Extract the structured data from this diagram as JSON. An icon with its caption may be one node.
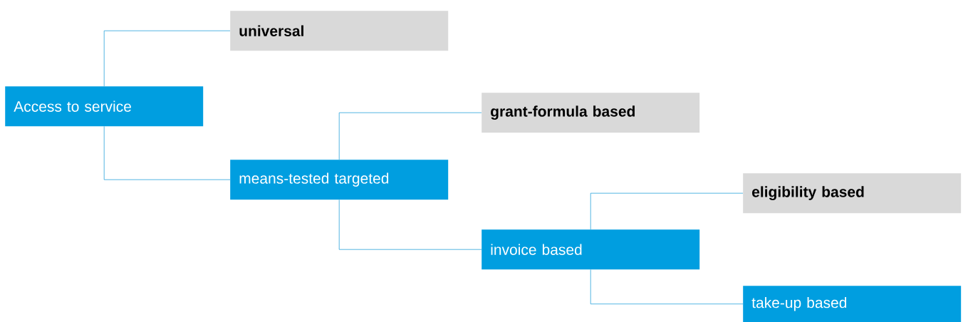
{
  "diagram": {
    "nodes": [
      {
        "text": [
          "Access to service"
        ]
      },
      {
        "text": [
          "universal"
        ]
      },
      {
        "text": [
          "means-tested targeted"
        ]
      },
      {
        "text": [
          "grant-formula based"
        ]
      },
      {
        "text": [
          "invoice based"
        ]
      },
      {
        "text": [
          "eligibility based"
        ]
      },
      {
        "text": [
          "take-up based"
        ]
      }
    ],
    "edges": [
      {
        "from": 0,
        "to": 1,
        "arrow": "none"
      },
      {
        "from": 0,
        "to": 2,
        "arrow": "none"
      },
      {
        "from": 2,
        "to": 3,
        "arrow": "none"
      },
      {
        "from": 2,
        "to": 4,
        "arrow": "none"
      },
      {
        "from": 4,
        "to": 5,
        "arrow": "none"
      },
      {
        "from": 4,
        "to": 6,
        "arrow": "none"
      }
    ]
  }
}
